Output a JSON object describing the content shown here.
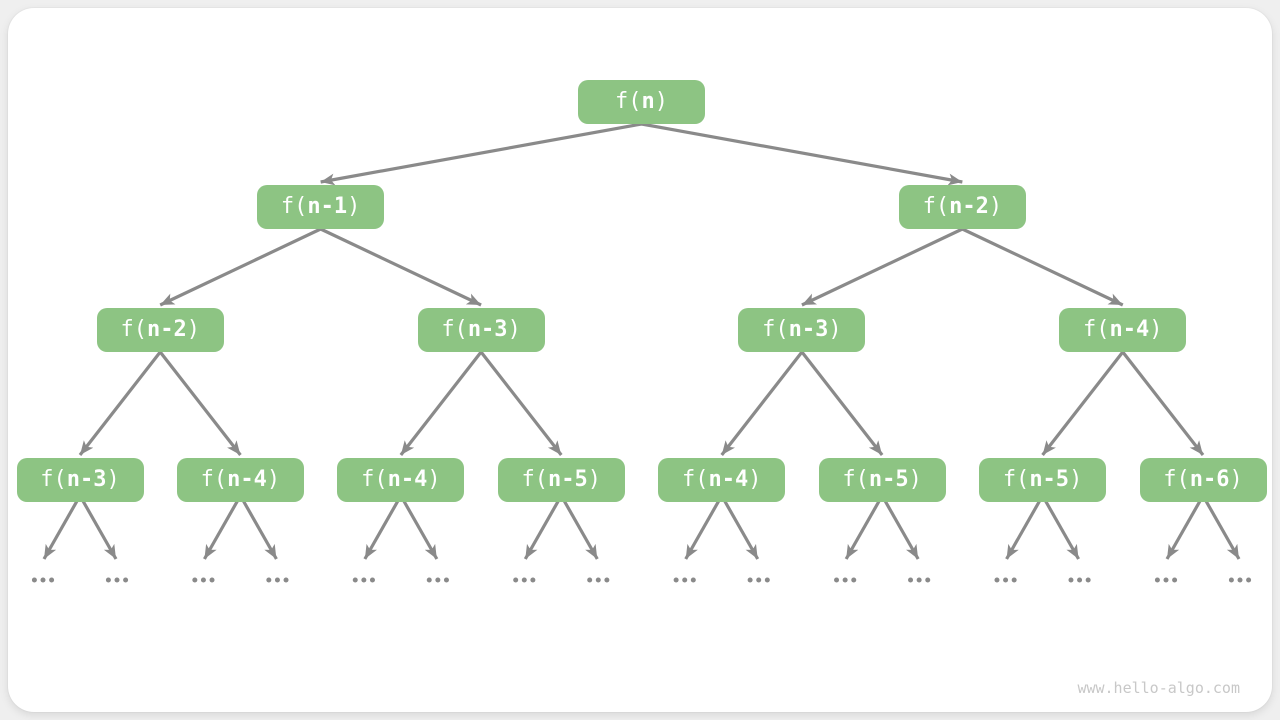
{
  "colors": {
    "page_bg": "#efefef",
    "card_bg": "#ffffff",
    "node_fill": "#8dc483",
    "node_text": "#ffffff",
    "arrow": "#8a8a8a",
    "watermark_color": "#c8c8c8"
  },
  "watermark": "www.hello-algo.com",
  "diagram": {
    "type": "recursion-tree",
    "tree": {
      "levels": [
        [
          "f(n)"
        ],
        [
          "f(n-1)",
          "f(n-2)"
        ],
        [
          "f(n-2)",
          "f(n-3)",
          "f(n-3)",
          "f(n-4)"
        ],
        [
          "f(n-3)",
          "f(n-4)",
          "f(n-4)",
          "f(n-5)",
          "f(n-4)",
          "f(n-5)",
          "f(n-5)",
          "f(n-6)"
        ]
      ],
      "leaf_marker": "...",
      "leaf_marker_count": 16,
      "branching": 2
    }
  }
}
